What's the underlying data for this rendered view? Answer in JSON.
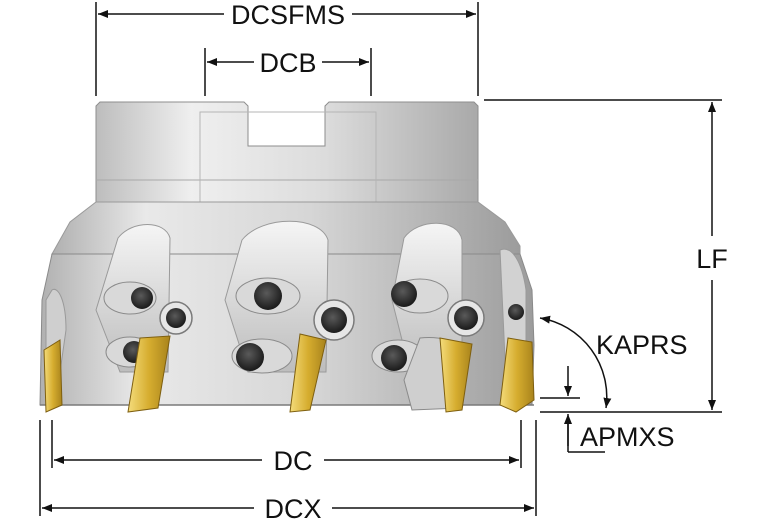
{
  "labels": {
    "dcsfms": "DCSFMS",
    "dcb": "DCB",
    "lf": "LF",
    "kaprs": "KAPRS",
    "apmxs": "APMXS",
    "dc": "DC",
    "dcx": "DCX"
  },
  "colors": {
    "body_light": "#e8e8e8",
    "body_mid": "#c9c9c9",
    "body_dark": "#9a9a9a",
    "insert_gold": "#d9b23a",
    "screw_dark": "#2a2a2a",
    "dimension_line": "#111111"
  }
}
